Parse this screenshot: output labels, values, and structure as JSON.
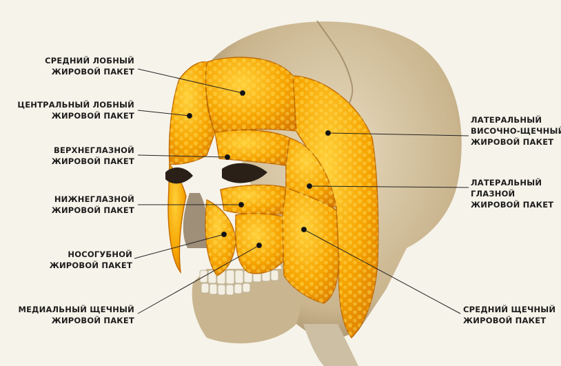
{
  "labels": {
    "mid_forehead": {
      "line1": "СРЕДНИЙ ЛОБНЫЙ",
      "line2": "ЖИРОВОЙ ПАКЕТ"
    },
    "central_forehead": {
      "line1": "ЦЕНТРАЛЬНЫЙ ЛОБНЫЙ",
      "line2": "ЖИРОВОЙ ПАКЕТ"
    },
    "supraorbital": {
      "line1": "ВЕРХНЕГЛАЗНОЙ",
      "line2": "ЖИРОВОЙ ПАКЕТ"
    },
    "infraorbital": {
      "line1": "НИЖНЕГЛАЗНОЙ",
      "line2": "ЖИРОВОЙ ПАКЕТ"
    },
    "nasolabial": {
      "line1": "НОСОГУБНОЙ",
      "line2": "ЖИРОВОЙ ПАКЕТ"
    },
    "medial_cheek": {
      "line1": "МЕДИАЛЬНЫЙ ЩЕЧНЫЙ",
      "line2": "ЖИРОВОЙ ПАКЕТ"
    },
    "lateral_temporal_cheek": {
      "line1": "ЛАТЕРАЛЬНЫЙ",
      "line2": "ВИСОЧНО-ЩЕЧНЫЙ",
      "line3": "ЖИРОВОЙ ПАКЕТ"
    },
    "lateral_orbital": {
      "line1": "ЛАТЕРАЛЬНЫЙ",
      "line2": "ГЛАЗНОЙ",
      "line3": "ЖИРОВОЙ ПАКЕТ"
    },
    "mid_cheek": {
      "line1": "СРЕДНИЙ ЩЕЧНЫЙ",
      "line2": "ЖИРОВОЙ ПАКЕТ"
    }
  },
  "colors": {
    "background": "#f6f3ea",
    "skull": "#d9c9a8",
    "fat": "#f5a200",
    "fat_highlight": "#ffd24a",
    "line": "#222222"
  }
}
